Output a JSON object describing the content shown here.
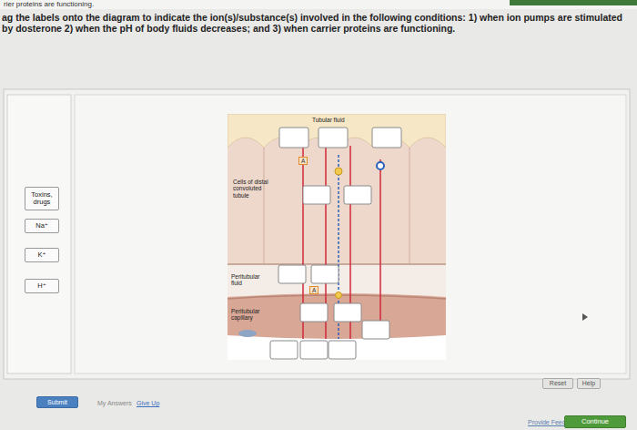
{
  "diagram": {
    "title": "ag the labels onto the diagram to indicate the ion(s)/substance(s) involved in the following conditions: 1) when ion pumps are stimulated by dosterone 2) when the pH of body fluids decreases; and 3) when carrier proteins are functioning.",
    "nodes": [
      {
        "text": [
          "Toxins, drugs"
        ]
      },
      {
        "text": [
          "Na⁺"
        ]
      },
      {
        "text": [
          "K⁺"
        ]
      },
      {
        "text": [
          "H⁺"
        ]
      },
      {
        "text": [
          "Reset"
        ]
      },
      {
        "text": [
          "Help"
        ]
      },
      {
        "text": [
          "Submit"
        ]
      },
      {
        "text": [
          "Continue"
        ]
      }
    ],
    "labels": [
      "rier proteins are functioning.",
      "Tubular fluid",
      "Cells of distal convoluted tubule",
      "A",
      "Peritubular fluid",
      "A",
      "Peritubular capillary",
      "My Answers",
      "Give Up",
      "Provide Feedback"
    ]
  }
}
